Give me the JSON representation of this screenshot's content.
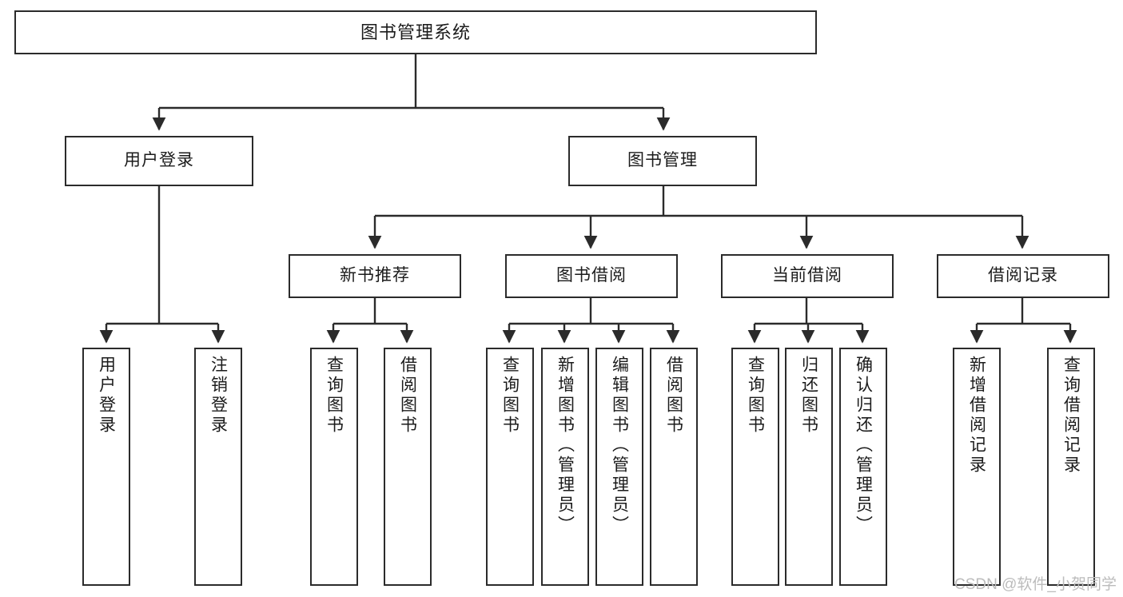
{
  "diagram": {
    "title": "图书管理系统",
    "watermark": "CSDN @软件_小贺同学",
    "colors": {
      "stroke": "#2b2b2b",
      "fill": "#ffffff",
      "text": "#1b1b1b",
      "watermark": "#bcbcbc"
    },
    "nodes": {
      "root": {
        "label": "图书管理系统"
      },
      "level2": [
        {
          "id": "user-login",
          "label": "用户登录"
        },
        {
          "id": "book-management",
          "label": "图书管理"
        }
      ],
      "level3": [
        {
          "id": "new-book-recommend",
          "label": "新书推荐"
        },
        {
          "id": "book-borrow",
          "label": "图书借阅"
        },
        {
          "id": "current-borrow",
          "label": "当前借阅"
        },
        {
          "id": "borrow-record",
          "label": "借阅记录"
        }
      ],
      "leaves": {
        "user-login": [
          {
            "id": "leaf-user-login",
            "label": "用户登录"
          },
          {
            "id": "leaf-logout",
            "label": "注销登录"
          }
        ],
        "new-book-recommend": [
          {
            "id": "leaf-query-book-1",
            "label": "查询图书"
          },
          {
            "id": "leaf-borrow-book-1",
            "label": "借阅图书"
          }
        ],
        "book-borrow": [
          {
            "id": "leaf-query-book-2",
            "label": "查询图书"
          },
          {
            "id": "leaf-add-book",
            "label": "新增图书（管理员）"
          },
          {
            "id": "leaf-edit-book",
            "label": "编辑图书（管理员）"
          },
          {
            "id": "leaf-borrow-book-2",
            "label": "借阅图书"
          }
        ],
        "current-borrow": [
          {
            "id": "leaf-query-book-3",
            "label": "查询图书"
          },
          {
            "id": "leaf-return-book",
            "label": "归还图书"
          },
          {
            "id": "leaf-confirm-return",
            "label": "确认归还（管理员）"
          }
        ],
        "borrow-record": [
          {
            "id": "leaf-add-record",
            "label": "新增借阅记录"
          },
          {
            "id": "leaf-query-record",
            "label": "查询借阅记录"
          }
        ]
      }
    }
  }
}
